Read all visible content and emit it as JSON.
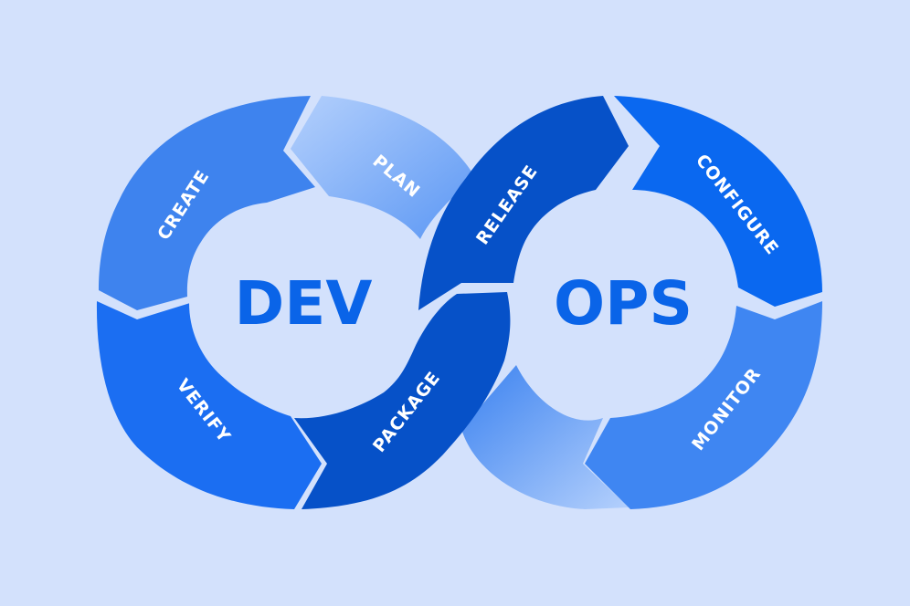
{
  "colors": {
    "background": "#d3e1fc",
    "hub_text": "#0a64e8",
    "segment_text": "#ffffff",
    "plan": "#9ec4fb",
    "create": "#3e83ee",
    "verify": "#1b6ef2",
    "package": "#0651c8",
    "release": "#0651c8",
    "configure": "#0a68f0",
    "monitor": "#3f86f2",
    "bottom_bridge": "#9ec4fb"
  },
  "hubs": {
    "dev": "DEV",
    "ops": "OPS"
  },
  "stages": {
    "create": "CREATE",
    "plan": "PLAN",
    "verify": "VERIFY",
    "package": "PACKAGE",
    "release": "RELEASE",
    "configure": "CONFIGURE",
    "monitor": "MONITOR"
  }
}
